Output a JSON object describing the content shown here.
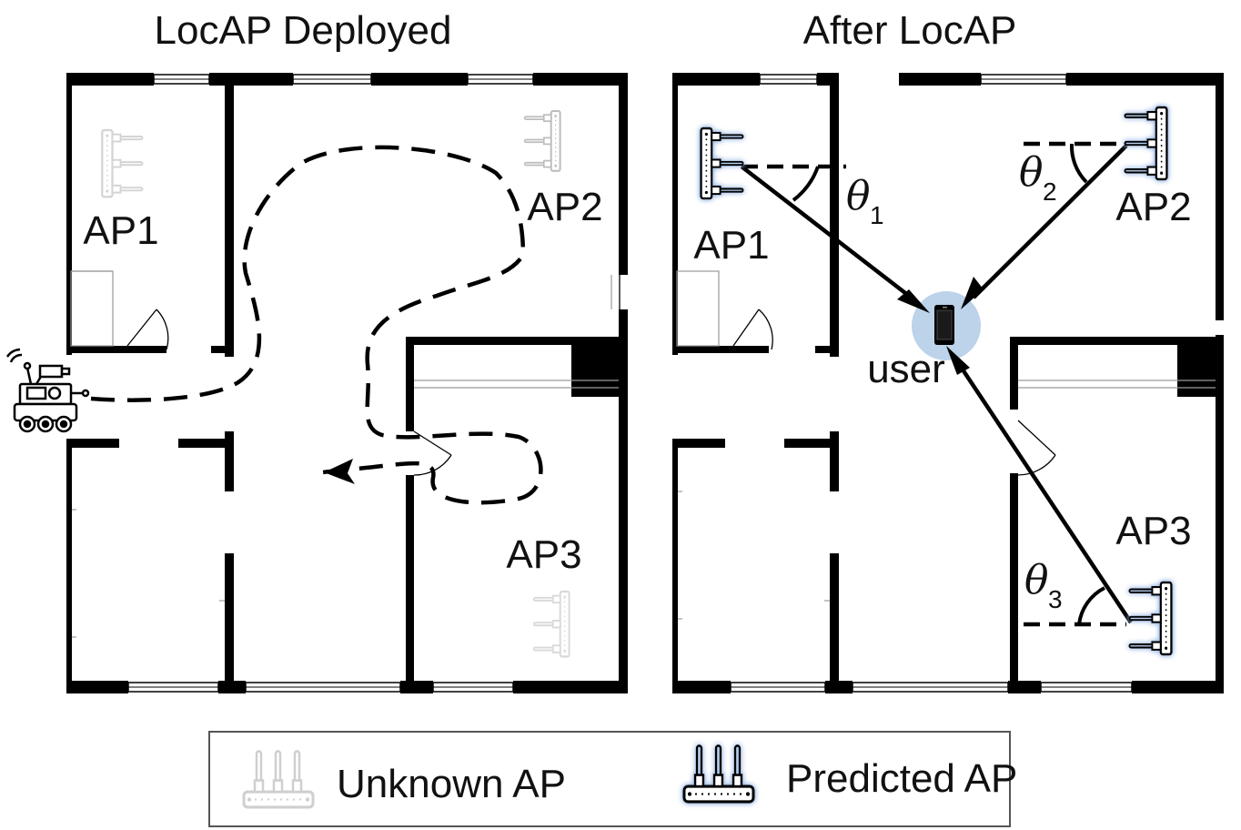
{
  "left_panel": {
    "title": "LocAP Deployed",
    "ap_labels": [
      "AP1",
      "AP2",
      "AP3"
    ]
  },
  "right_panel": {
    "title": "After LocAP",
    "ap_labels": [
      "AP1",
      "AP2",
      "AP3"
    ],
    "user_label": "user",
    "angles": [
      {
        "symbol": "θ",
        "sub": "1"
      },
      {
        "symbol": "θ",
        "sub": "2"
      },
      {
        "symbol": "θ",
        "sub": "3"
      }
    ]
  },
  "legend": {
    "unknown_label": "Unknown AP",
    "predicted_label": "Predicted AP"
  },
  "colors": {
    "wall": "#000000",
    "unknown_ap": "#d0d0d0",
    "predicted_ap_glow": "#b9cdea",
    "user_glow": "#bcd3ea"
  },
  "icons": [
    "router-icon",
    "robot-icon",
    "phone-icon"
  ]
}
